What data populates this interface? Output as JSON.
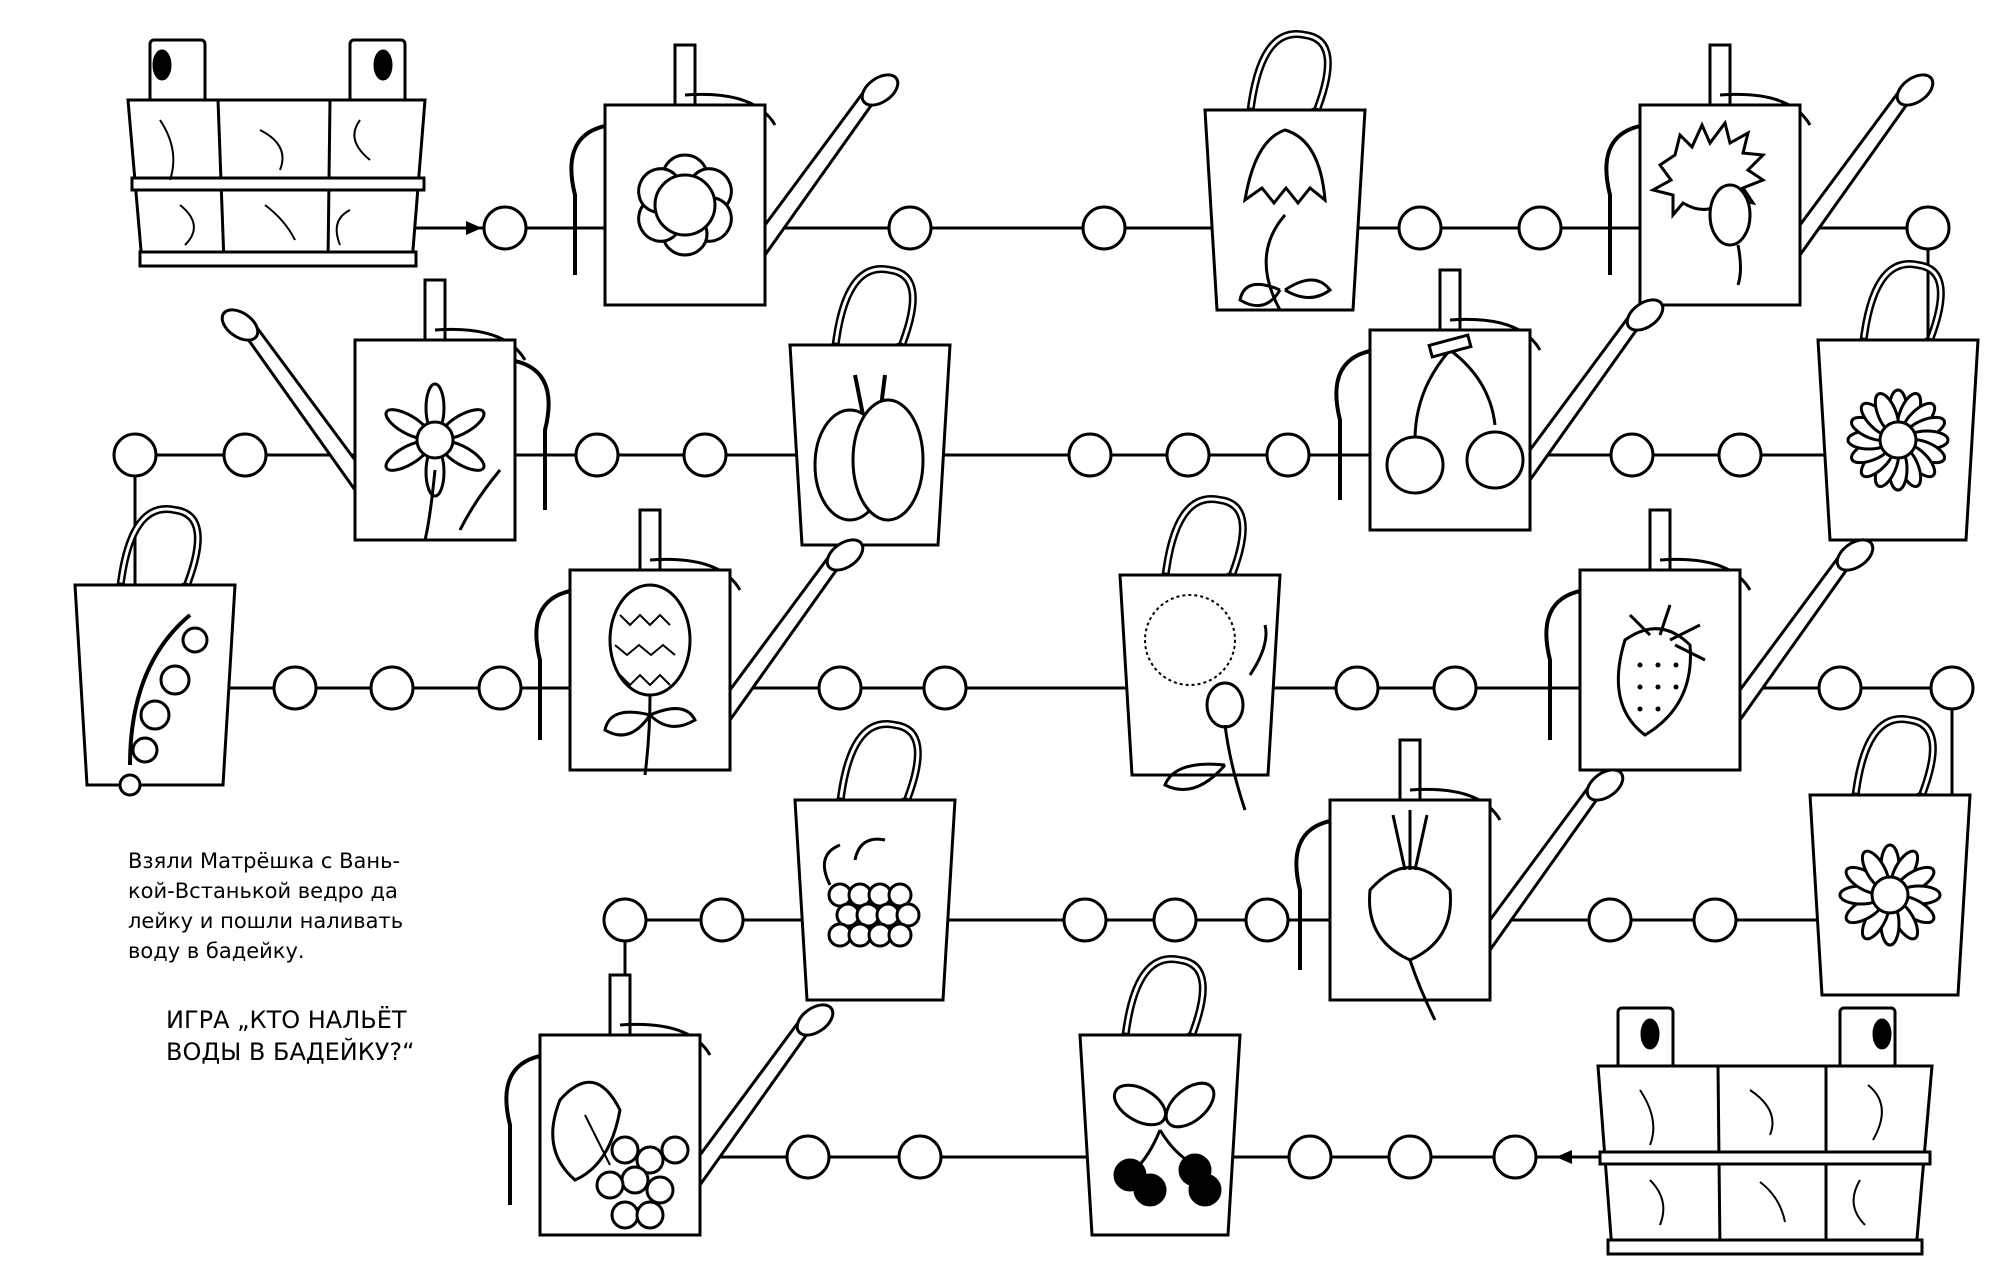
{
  "story": {
    "lines": [
      "Взяли Матрёшка с Вань-",
      "кой-Встанькой ведро да",
      "лейку и пошли наливать",
      "воду в бадейку."
    ]
  },
  "game_title": {
    "lines": [
      "ИГРА „КТО НАЛЬЁТ",
      "ВОДЫ В БАДЕЙКУ?“"
    ]
  },
  "colors": {
    "ink": "#000000",
    "paper": "#ffffff"
  },
  "board": {
    "start": "tub",
    "finish": "tub",
    "cards": [
      {
        "vessel": "watering-can",
        "picture": "flower"
      },
      {
        "vessel": "bucket",
        "picture": "bellflower"
      },
      {
        "vessel": "watering-can",
        "picture": "cornflower"
      },
      {
        "vessel": "watering-can",
        "picture": "narcissus"
      },
      {
        "vessel": "bucket",
        "picture": "plums"
      },
      {
        "vessel": "watering-can",
        "picture": "cherries"
      },
      {
        "vessel": "bucket",
        "picture": "daisy"
      },
      {
        "vessel": "bucket",
        "picture": "currant"
      },
      {
        "vessel": "watering-can",
        "picture": "clover"
      },
      {
        "vessel": "bucket",
        "picture": "thistle"
      },
      {
        "vessel": "watering-can",
        "picture": "strawberry"
      },
      {
        "vessel": "bucket",
        "picture": "raspberry"
      },
      {
        "vessel": "watering-can",
        "picture": "radish"
      },
      {
        "vessel": "bucket",
        "picture": "chamomile"
      },
      {
        "vessel": "watering-can",
        "picture": "rowan"
      },
      {
        "vessel": "bucket",
        "picture": "blueberry"
      }
    ]
  }
}
